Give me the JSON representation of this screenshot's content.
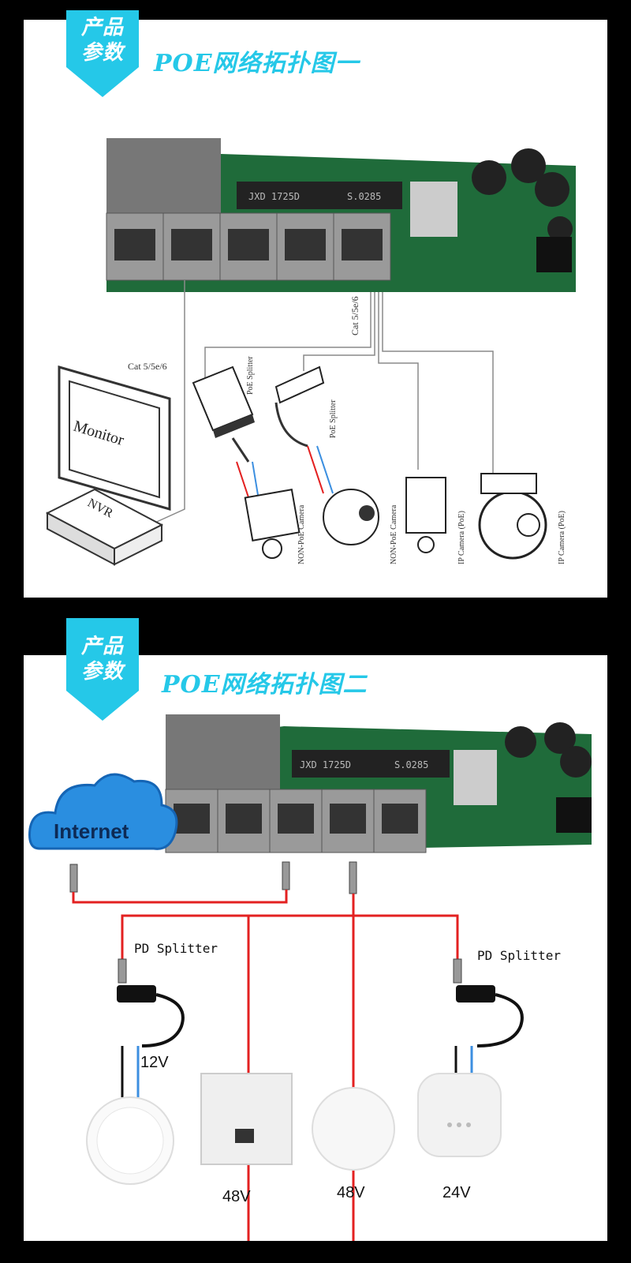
{
  "section1": {
    "badge_line1": "产品",
    "badge_line2": "参数",
    "title": "POE网络拓扑图一",
    "cable_label_left": "Cat 5/5e/6",
    "cable_label_right": "Cat 5/5e/6",
    "poe_splitter_1": "PoE Splitter",
    "poe_splitter_2": "PoE Splitter",
    "monitor_label": "Monitor",
    "nvr_label": "NVR",
    "cameras": [
      "NON-PoE Camera",
      "NON-PoE Camera",
      "IP Camera (PoE)",
      "IP Camera (PoE)"
    ],
    "chip_text_1": "JXD 1725D",
    "chip_text_2": "S.0285"
  },
  "section2": {
    "badge_line1": "产品",
    "badge_line2": "参数",
    "title": "POE网络拓扑图二",
    "internet_label": "Internet",
    "pd_splitter_left": "PD Splitter",
    "pd_splitter_right": "PD Splitter",
    "voltage_12v": "12V",
    "voltages_bottom": [
      "48V",
      "48V",
      "24V"
    ],
    "chip_text_1": "JXD 1725D",
    "chip_text_2": "S.0285"
  },
  "colors": {
    "badge": "#25c8e8",
    "title": "#25c8e8",
    "pcb": "#1f6b3a",
    "cable_red": "#e32121",
    "cable_gray": "#8a8a8a",
    "cable_blue": "#3c8fe0",
    "cloud": "#2a8ee0"
  }
}
